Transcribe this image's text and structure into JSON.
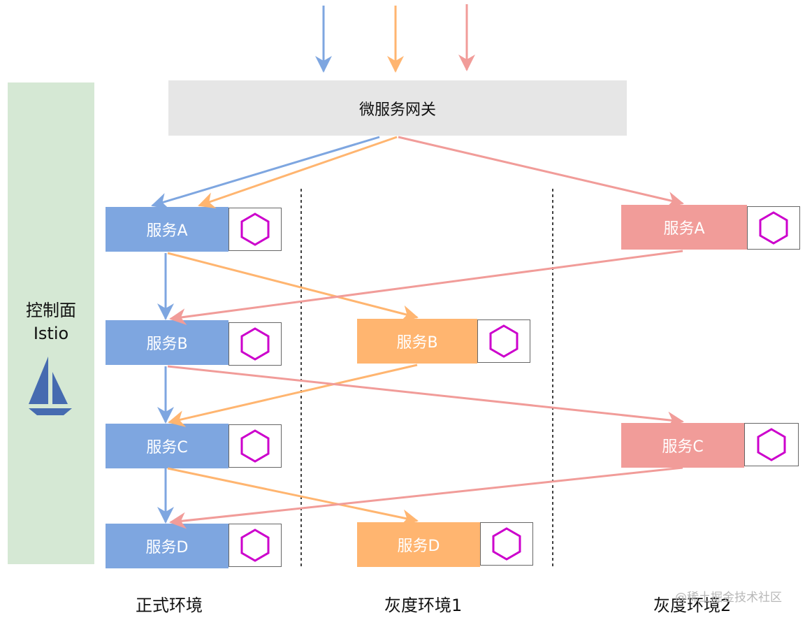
{
  "gateway": {
    "label": "微服务网关"
  },
  "control_plane": {
    "title_line1": "控制面",
    "title_line2": "Istio",
    "icon": "istio-sail-icon"
  },
  "environments": {
    "prod": {
      "label": "正式环境"
    },
    "gray1": {
      "label": "灰度环境1"
    },
    "gray2": {
      "label": "灰度环境2"
    }
  },
  "services": {
    "prod_a": {
      "label": "服务A"
    },
    "prod_b": {
      "label": "服务B"
    },
    "prod_c": {
      "label": "服务C"
    },
    "prod_d": {
      "label": "服务D"
    },
    "gray1_b": {
      "label": "服务B"
    },
    "gray1_d": {
      "label": "服务D"
    },
    "gray2_a": {
      "label": "服务A"
    },
    "gray2_c": {
      "label": "服务C"
    }
  },
  "sidecar_icon": "hexagon-sidecar-icon",
  "watermark": "@稀土掘金技术社区",
  "colors": {
    "prod": "#7ea6e0",
    "gray1": "#ffb570",
    "gray2": "#f19c99",
    "control_plane_bg": "#d5e8d4",
    "gateway_bg": "#e6e6e6",
    "hexagon": "#cc00cc"
  }
}
